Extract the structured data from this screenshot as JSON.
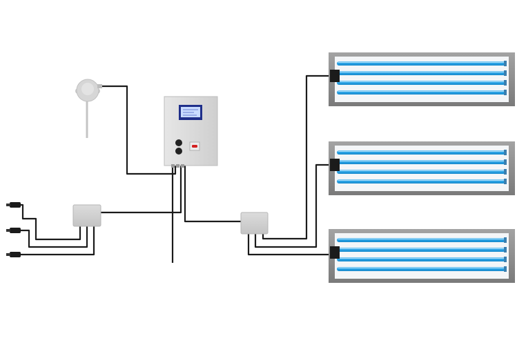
{
  "diagram": {
    "type": "uv-lamp-control-system",
    "colors": {
      "background": "#ffffff",
      "cable": "#1a1a1a",
      "panel": "#d9d9d9",
      "panel_edge": "#bdbdbd",
      "display": "#1f2f8a",
      "display_screen": "#c9dcff",
      "knob": "#222222",
      "switch": "#d32020",
      "lamp_frame": "#8c8c8c",
      "lamp_inner": "#f4f6f8",
      "uv_tube": "#29a3e6",
      "uv_tube_highlight": "#a9dcf7",
      "junction_box": "#cfcfcf",
      "connector": "#1b1b1b",
      "sensor": "#d2d2d2"
    },
    "components": {
      "sensor": {
        "icon": "round-sensor-with-probe"
      },
      "control_panel": {
        "icon": "control-cabinet",
        "display": "lcd-screen",
        "buttons": 2,
        "switches": 1
      },
      "input_junction_box": {
        "icon": "junction-box",
        "inputs": 3
      },
      "output_junction_box": {
        "icon": "junction-box",
        "outputs": 3
      },
      "input_devices": {
        "icon": "cable-plug",
        "count": 3
      },
      "uv_lamps": {
        "icon": "uv-lamp-fixture",
        "count": 3,
        "tubes_per_lamp": 4
      }
    }
  }
}
